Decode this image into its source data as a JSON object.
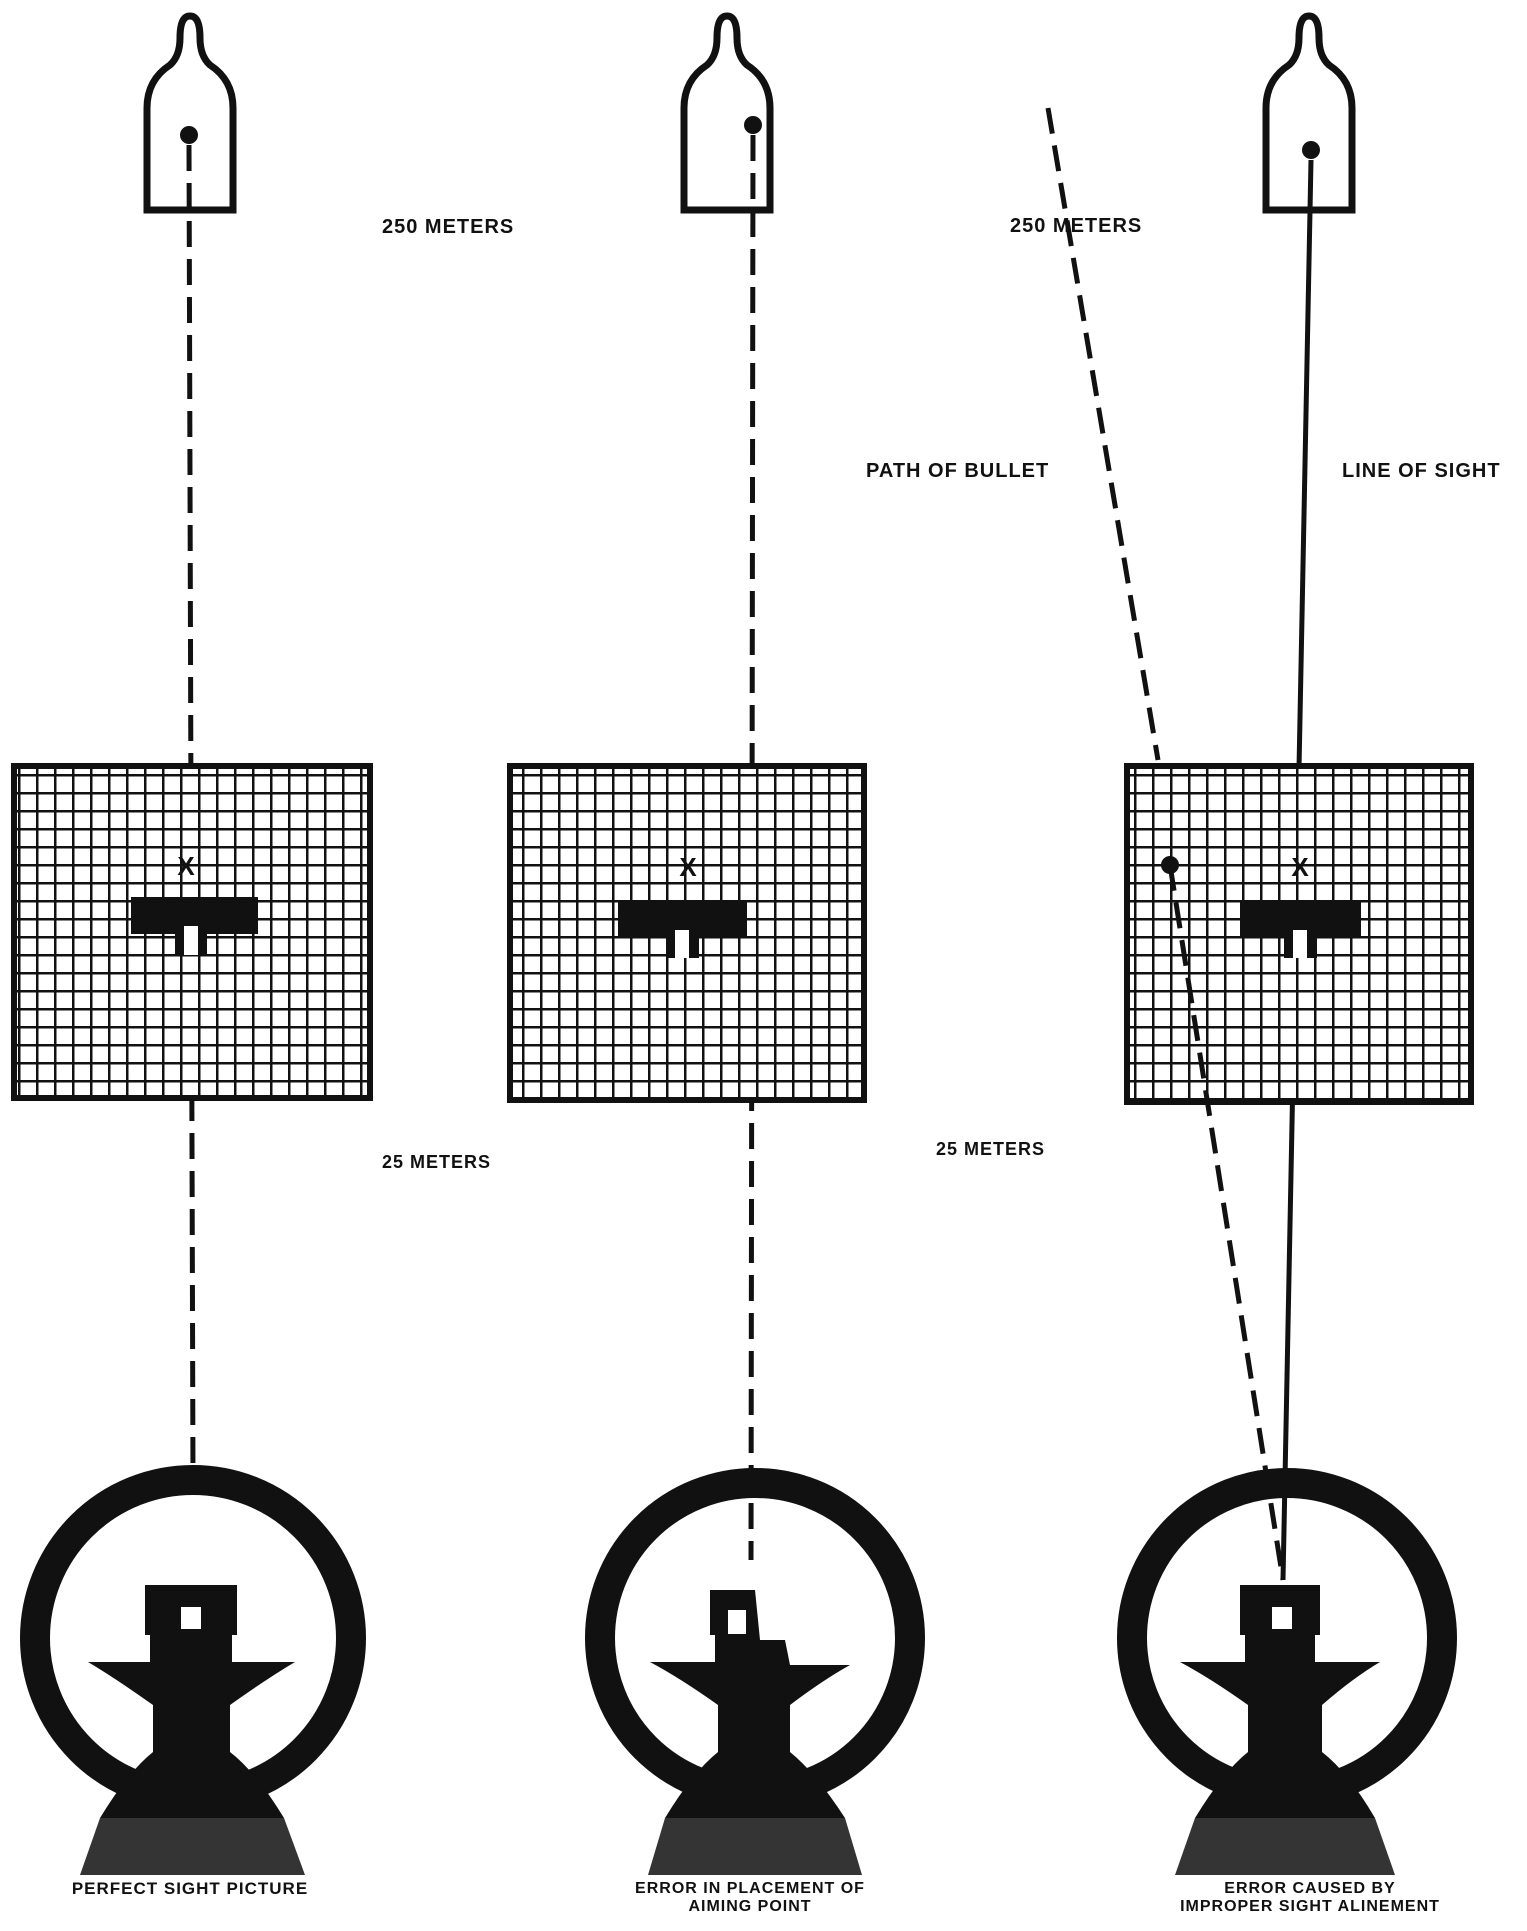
{
  "labels": {
    "dist_250_a": "250 METERS",
    "dist_250_b": "250 METERS",
    "dist_25_a": "25 METERS",
    "dist_25_b": "25 METERS",
    "path_of_bullet": "PATH OF BULLET",
    "line_of_sight": "LINE OF SIGHT"
  },
  "captions": {
    "panel_1": "PERFECT SIGHT PICTURE",
    "panel_2_line1": "ERROR IN PLACEMENT OF",
    "panel_2_line2": "AIMING POINT",
    "panel_3_line1": "ERROR CAUSED BY",
    "panel_3_line2": "IMPROPER SIGHT ALINEMENT"
  },
  "target_marks": {
    "aim_mark": "X"
  },
  "colors": {
    "ink": "#111111",
    "paper": "#ffffff"
  }
}
